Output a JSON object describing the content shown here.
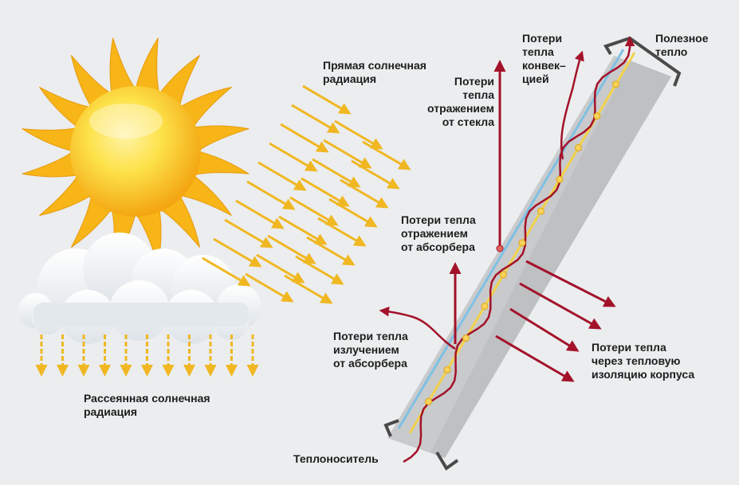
{
  "labels": {
    "direct_radiation": "Прямая солнечная\nрадиация",
    "diffuse_radiation": "Рассеянная солнечная\nрадиация",
    "loss_glass_reflection": "Потери\nтепла\nотражением\nот стекла",
    "loss_convection": "Потери\nтепла\nконвек–\nцией",
    "useful_heat": "Полезное\nтепло",
    "loss_absorber_reflection": "Потери тепла\nотражением\nот абсорбера",
    "loss_absorber_emission": "Потери тепла\nизлучением\nот абсорбера",
    "loss_insulation": "Потери тепла\nчерез тепловую\nизоляцию корпуса",
    "heat_carrier": "Теплоноситель"
  },
  "colors": {
    "background": "#ebedee",
    "sun": "#f7b518",
    "sun_core": "#fde24a",
    "ray_arrow": "#f0b722",
    "loss_arrow": "#a3122a",
    "glass": "#7fc0e4",
    "absorber": "#f2d24a",
    "housing": "#c9cacc",
    "frame": "#4a4a4a",
    "cloud": "#ffffff"
  },
  "icons": [
    "sun-icon",
    "cloud-icon"
  ]
}
